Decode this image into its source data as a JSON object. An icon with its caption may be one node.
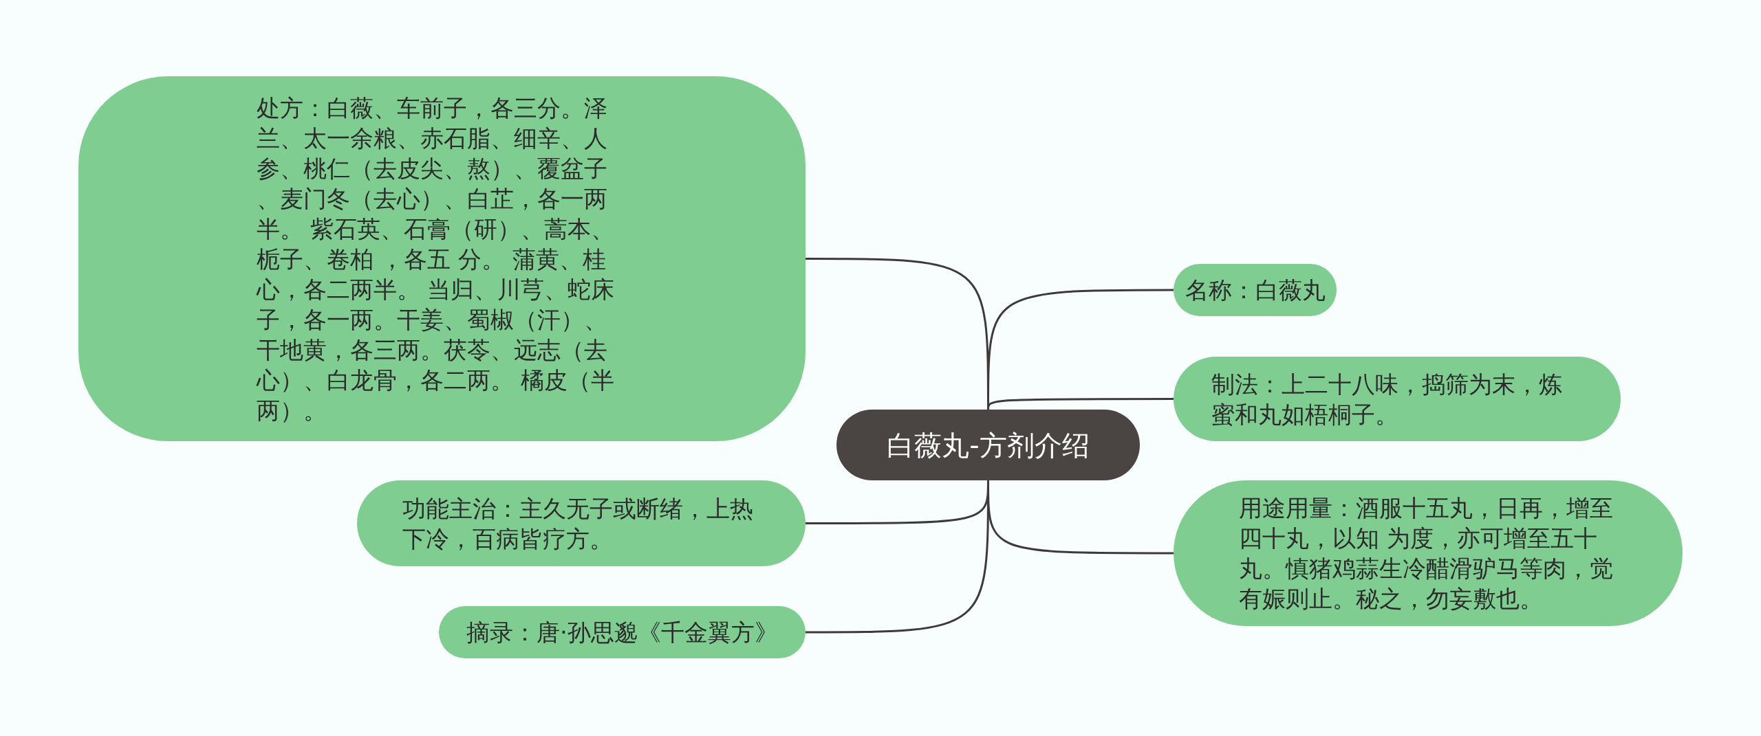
{
  "diagram": {
    "nodes": [
      {
        "text": [
          "白薇丸-方剂介绍"
        ]
      },
      {
        "text": [
          "处方：白薇、车前子，各三分。泽兰、太一余粮、赤石脂、细辛、人参、桃仁（去皮尖、熬）、覆盆子、麦门冬（去心）、白芷，各一两半。 紫石英、石膏（研）、蒿本、栀子、卷柏 ，各五 分。 蒲黄、桂心，各二两半。 当归、川芎、蛇床子，各一两。干姜、蜀椒（汗）、干地黄，各三两。茯苓、远志（去心）、白龙骨，各二两。 橘皮（半两）。"
        ]
      },
      {
        "text": [
          "功能主治：主久无子或断绪，上热下冷，百病皆疗方。"
        ]
      },
      {
        "text": [
          "摘录：唐·孙思邈《千金翼方》"
        ]
      },
      {
        "text": [
          "名称：白薇丸"
        ]
      },
      {
        "text": [
          "制法：上二十八味，捣筛为末，炼蜜和丸如梧桐子。"
        ]
      },
      {
        "text": [
          "用途用量：酒服十五丸，日再，增至四十丸，以知 为度，亦可增至五十丸。慎猪鸡蒜生冷醋滑驴马等肉，觉有娠则止。秘之，勿妄敷也。"
        ]
      }
    ],
    "edges": [
      {
        "from": 0,
        "to": 1,
        "arrow": "none"
      },
      {
        "from": 0,
        "to": 2,
        "arrow": "none"
      },
      {
        "from": 0,
        "to": 3,
        "arrow": "none"
      },
      {
        "from": 0,
        "to": 4,
        "arrow": "none"
      },
      {
        "from": 0,
        "to": 5,
        "arrow": "none"
      },
      {
        "from": 0,
        "to": 6,
        "arrow": "none"
      }
    ]
  }
}
